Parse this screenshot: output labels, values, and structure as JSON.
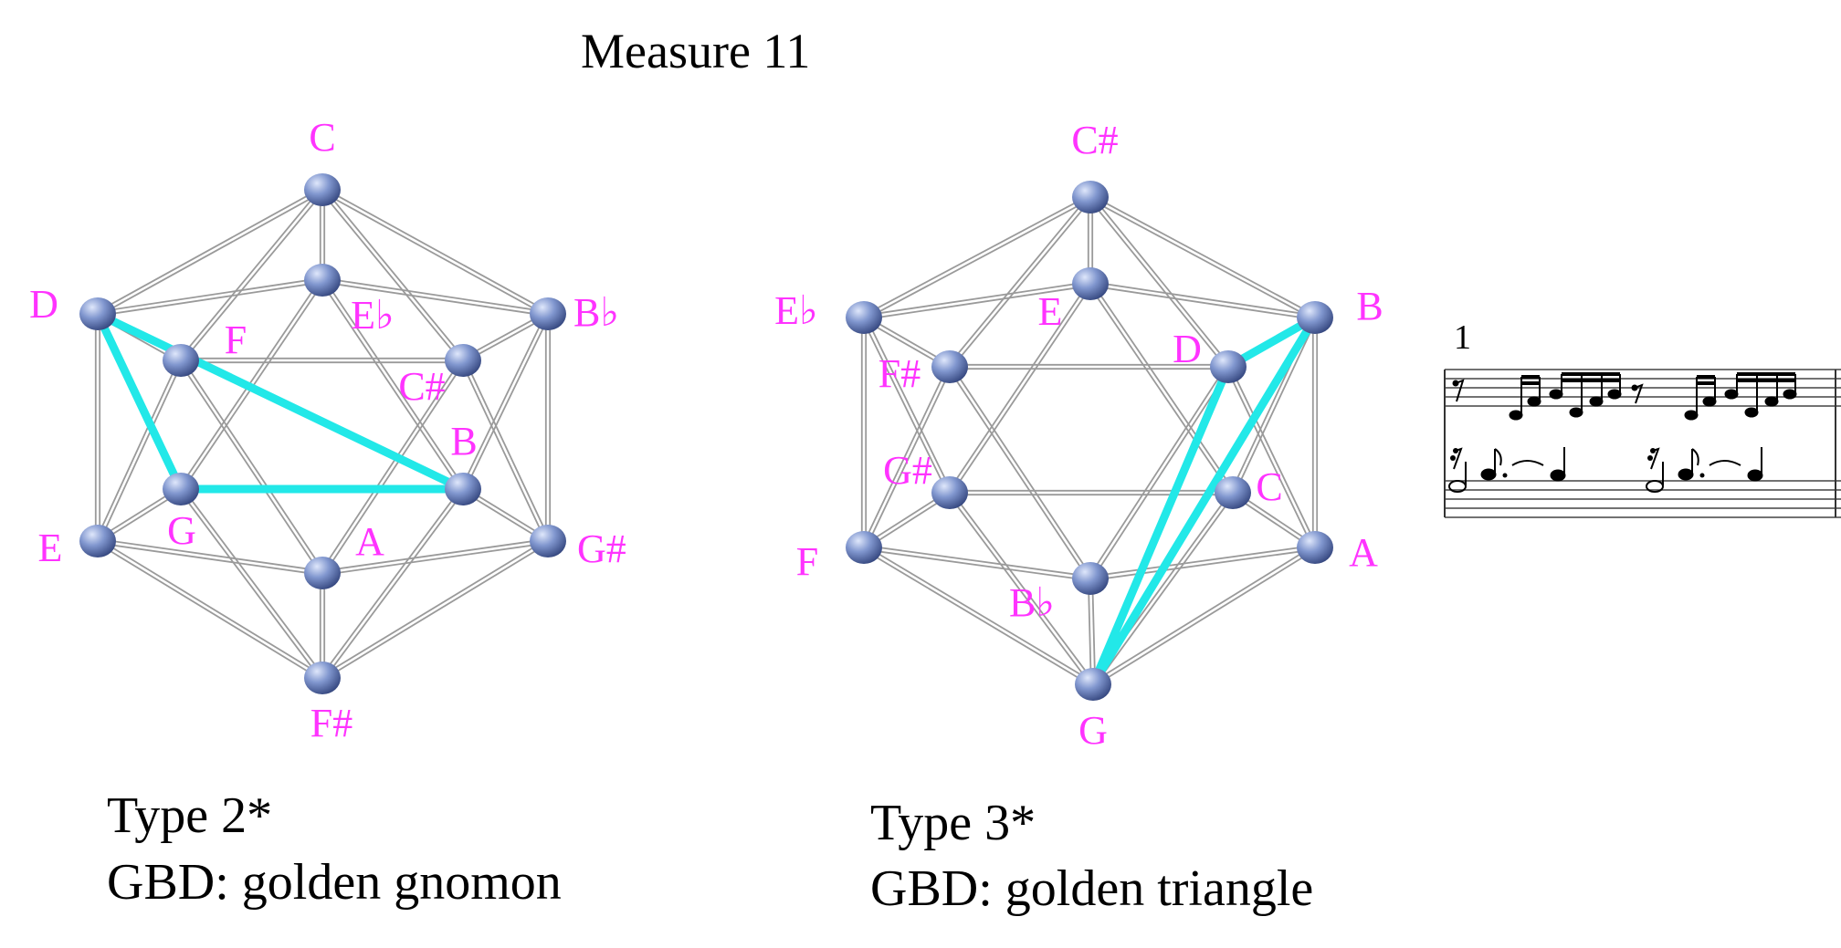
{
  "title": "Measure 11",
  "colors": {
    "label": "#ff33ff",
    "edge": "#9a9a9a",
    "highlight": "#22e8e8",
    "vertex_light": "#c8d4f0",
    "vertex_mid": "#7a8fc8",
    "vertex_dark": "#3b4f8a"
  },
  "diagrams": [
    {
      "id": "left",
      "caption_type": "Type 2*",
      "caption_gbd": "GBD: golden gnomon",
      "highlight": [
        "D",
        "G",
        "B"
      ],
      "vertices": [
        {
          "role": "top",
          "label": "C"
        },
        {
          "role": "upper-left",
          "label": "D"
        },
        {
          "role": "upper-right",
          "label": "B♭"
        },
        {
          "role": "lower-left",
          "label": "E"
        },
        {
          "role": "lower-right",
          "label": "G#"
        },
        {
          "role": "bottom",
          "label": "F#"
        },
        {
          "role": "inner-top",
          "label": "E♭"
        },
        {
          "role": "inner-upper-left",
          "label": "F"
        },
        {
          "role": "inner-upper-right",
          "label": "C#"
        },
        {
          "role": "inner-lower-left",
          "label": "G"
        },
        {
          "role": "inner-lower-right",
          "label": "B"
        },
        {
          "role": "inner-bottom",
          "label": "A"
        }
      ]
    },
    {
      "id": "right",
      "caption_type": "Type 3*",
      "caption_gbd": "GBD: golden triangle",
      "highlight": [
        "D",
        "B",
        "G"
      ],
      "vertices": [
        {
          "role": "top",
          "label": "C#"
        },
        {
          "role": "upper-left",
          "label": "E♭"
        },
        {
          "role": "upper-right",
          "label": "B"
        },
        {
          "role": "lower-left",
          "label": "F"
        },
        {
          "role": "lower-right",
          "label": "A"
        },
        {
          "role": "bottom",
          "label": "G"
        },
        {
          "role": "inner-top",
          "label": "E"
        },
        {
          "role": "inner-upper-left",
          "label": "F#"
        },
        {
          "role": "inner-upper-right",
          "label": "D"
        },
        {
          "role": "inner-lower-left",
          "label": "G#"
        },
        {
          "role": "inner-lower-right",
          "label": "C"
        },
        {
          "role": "inner-bottom",
          "label": "B♭"
        }
      ]
    }
  ],
  "score": {
    "measure_number": "1",
    "symbol_icons": [
      "eighth-rest-icon",
      "sixteenth-note-icon",
      "sixteenth-rest-icon",
      "dotted-eighth-note-icon",
      "tie-icon",
      "half-note-icon"
    ]
  }
}
